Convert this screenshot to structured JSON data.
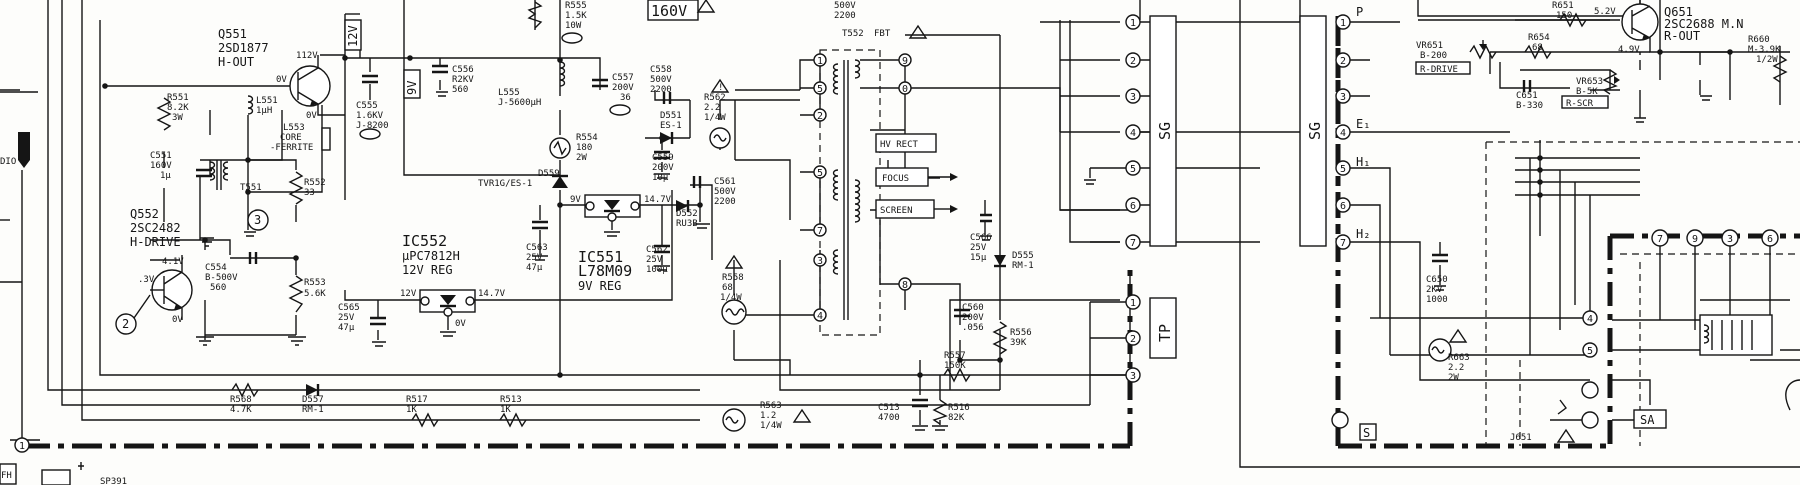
{
  "blocks": {
    "q551": {
      "name": "Q551",
      "part": "2SD1877",
      "func": "H-OUT",
      "volt_top": "112V",
      "volt_left": "0V",
      "volt_bottom": "0V"
    },
    "q552": {
      "name": "Q552",
      "part": "2SC2482",
      "func": "H-DRIVE",
      "volt_top": "4.1V",
      "volt_left": ".3V",
      "volt_bottom": "0V"
    },
    "q651": {
      "name": "Q651",
      "part": "2SC2688 M.N",
      "func": "R-OUT",
      "volt_base": "5.2V",
      "volt_col": "4.9V"
    },
    "ic552": {
      "name": "IC552",
      "part": "μPC7812H",
      "func": "12V REG",
      "vin": "12V",
      "vout": "14.7V",
      "vgnd": "0V"
    },
    "ic551": {
      "name": "IC551",
      "part": "L78M09",
      "func": "9V REG",
      "vin": "9V",
      "vout": "14.7V"
    },
    "fbt": {
      "name": "T552",
      "func": "FBT",
      "hv": "HV RECT",
      "focus": "FOCUS",
      "screen": "SCREEN"
    },
    "rails": {
      "v160": "160V",
      "v12": "12V",
      "v9": "9V"
    },
    "connectors": {
      "sg_left": "SG",
      "sg_right": "SG",
      "tp": "TP",
      "s": "S",
      "sa": "SA",
      "j651": "J651",
      "fh": "FH",
      "sp": "SP391",
      "pin_p": "P",
      "pin_e1": "E₁",
      "pin_h1": "H₁",
      "pin_h2": "H₂",
      "dio": "DIO"
    },
    "tags": {
      "r_drive": "R-DRIVE",
      "r_scr": "R-SCR"
    }
  },
  "components": {
    "r551": [
      "R551",
      "8.2K",
      "3W"
    ],
    "l551": [
      "L551",
      "1μH"
    ],
    "l553": [
      "L553",
      "CORE",
      "-FERRITE"
    ],
    "c551": [
      "C551",
      "160V",
      "1μ"
    ],
    "t551": [
      "T551"
    ],
    "r552": [
      "R552",
      "33"
    ],
    "c556": [
      "C556",
      "R2KV",
      "560"
    ],
    "c555": [
      "C555",
      "1.6KV",
      "J-8200"
    ],
    "l555": [
      "L555",
      "J-5600μH"
    ],
    "r555": [
      "R555",
      "1.5K",
      "10W"
    ],
    "c557": [
      "C557",
      "200V",
      "36"
    ],
    "r554": [
      "R554",
      "180",
      "2W"
    ],
    "d559": [
      "D559",
      "TVR1G/ES-1"
    ],
    "c558": [
      "C558",
      "500V",
      "2200"
    ],
    "d551": [
      "D551",
      "ES-1"
    ],
    "c559": [
      "C559",
      "200V",
      "10μ"
    ],
    "r562": [
      "R562",
      "2.2",
      "1/4W"
    ],
    "c561": [
      "C561",
      "500V",
      "2200"
    ],
    "d552": [
      "D552",
      "RU3B"
    ],
    "c563": [
      "C563",
      "25V",
      "47μ"
    ],
    "c562": [
      "C562",
      "25V",
      "100μ"
    ],
    "r558": [
      "R558",
      "68",
      "1/4W"
    ],
    "c554": [
      "C554",
      "B-500V",
      "560"
    ],
    "r553": [
      "R553",
      "5.6K"
    ],
    "c565": [
      "C565",
      "25V",
      "47μ"
    ],
    "r568": [
      "R568",
      "4.7K"
    ],
    "d557": [
      "D557",
      "RM-1"
    ],
    "r517": [
      "R517",
      "1K"
    ],
    "r513": [
      "R513",
      "1K"
    ],
    "r563": [
      "R563",
      "1.2",
      "1/4W"
    ],
    "c566": [
      "C566",
      "25V",
      "15μ"
    ],
    "d555": [
      "D555",
      "RM-1"
    ],
    "c560": [
      "C560",
      "200V",
      ".056"
    ],
    "r556": [
      "R556",
      "39K"
    ],
    "r557": [
      "R557",
      "150K"
    ],
    "c513": [
      "C513",
      "4700"
    ],
    "r516": [
      "R516",
      "82K"
    ],
    "r651": [
      "R651",
      "150"
    ],
    "vr651": [
      "VR651",
      "B-200"
    ],
    "r654": [
      "R654",
      "68"
    ],
    "c651": [
      "C651",
      "B-330"
    ],
    "vr653": [
      "VR653",
      "B-5K"
    ],
    "r660": [
      "R660",
      "M-3.9K",
      "1/2W"
    ],
    "c650": [
      "C650",
      "2KV",
      "1000"
    ],
    "r663": [
      "R663",
      "2.2",
      "2W"
    ],
    "c_top": [
      "500V",
      "2200"
    ]
  },
  "circled": {
    "n1": "1",
    "n2": "2",
    "n3": "3",
    "n4": "4",
    "n5": "5",
    "n6": "6",
    "n7": "7",
    "n9": "9"
  }
}
